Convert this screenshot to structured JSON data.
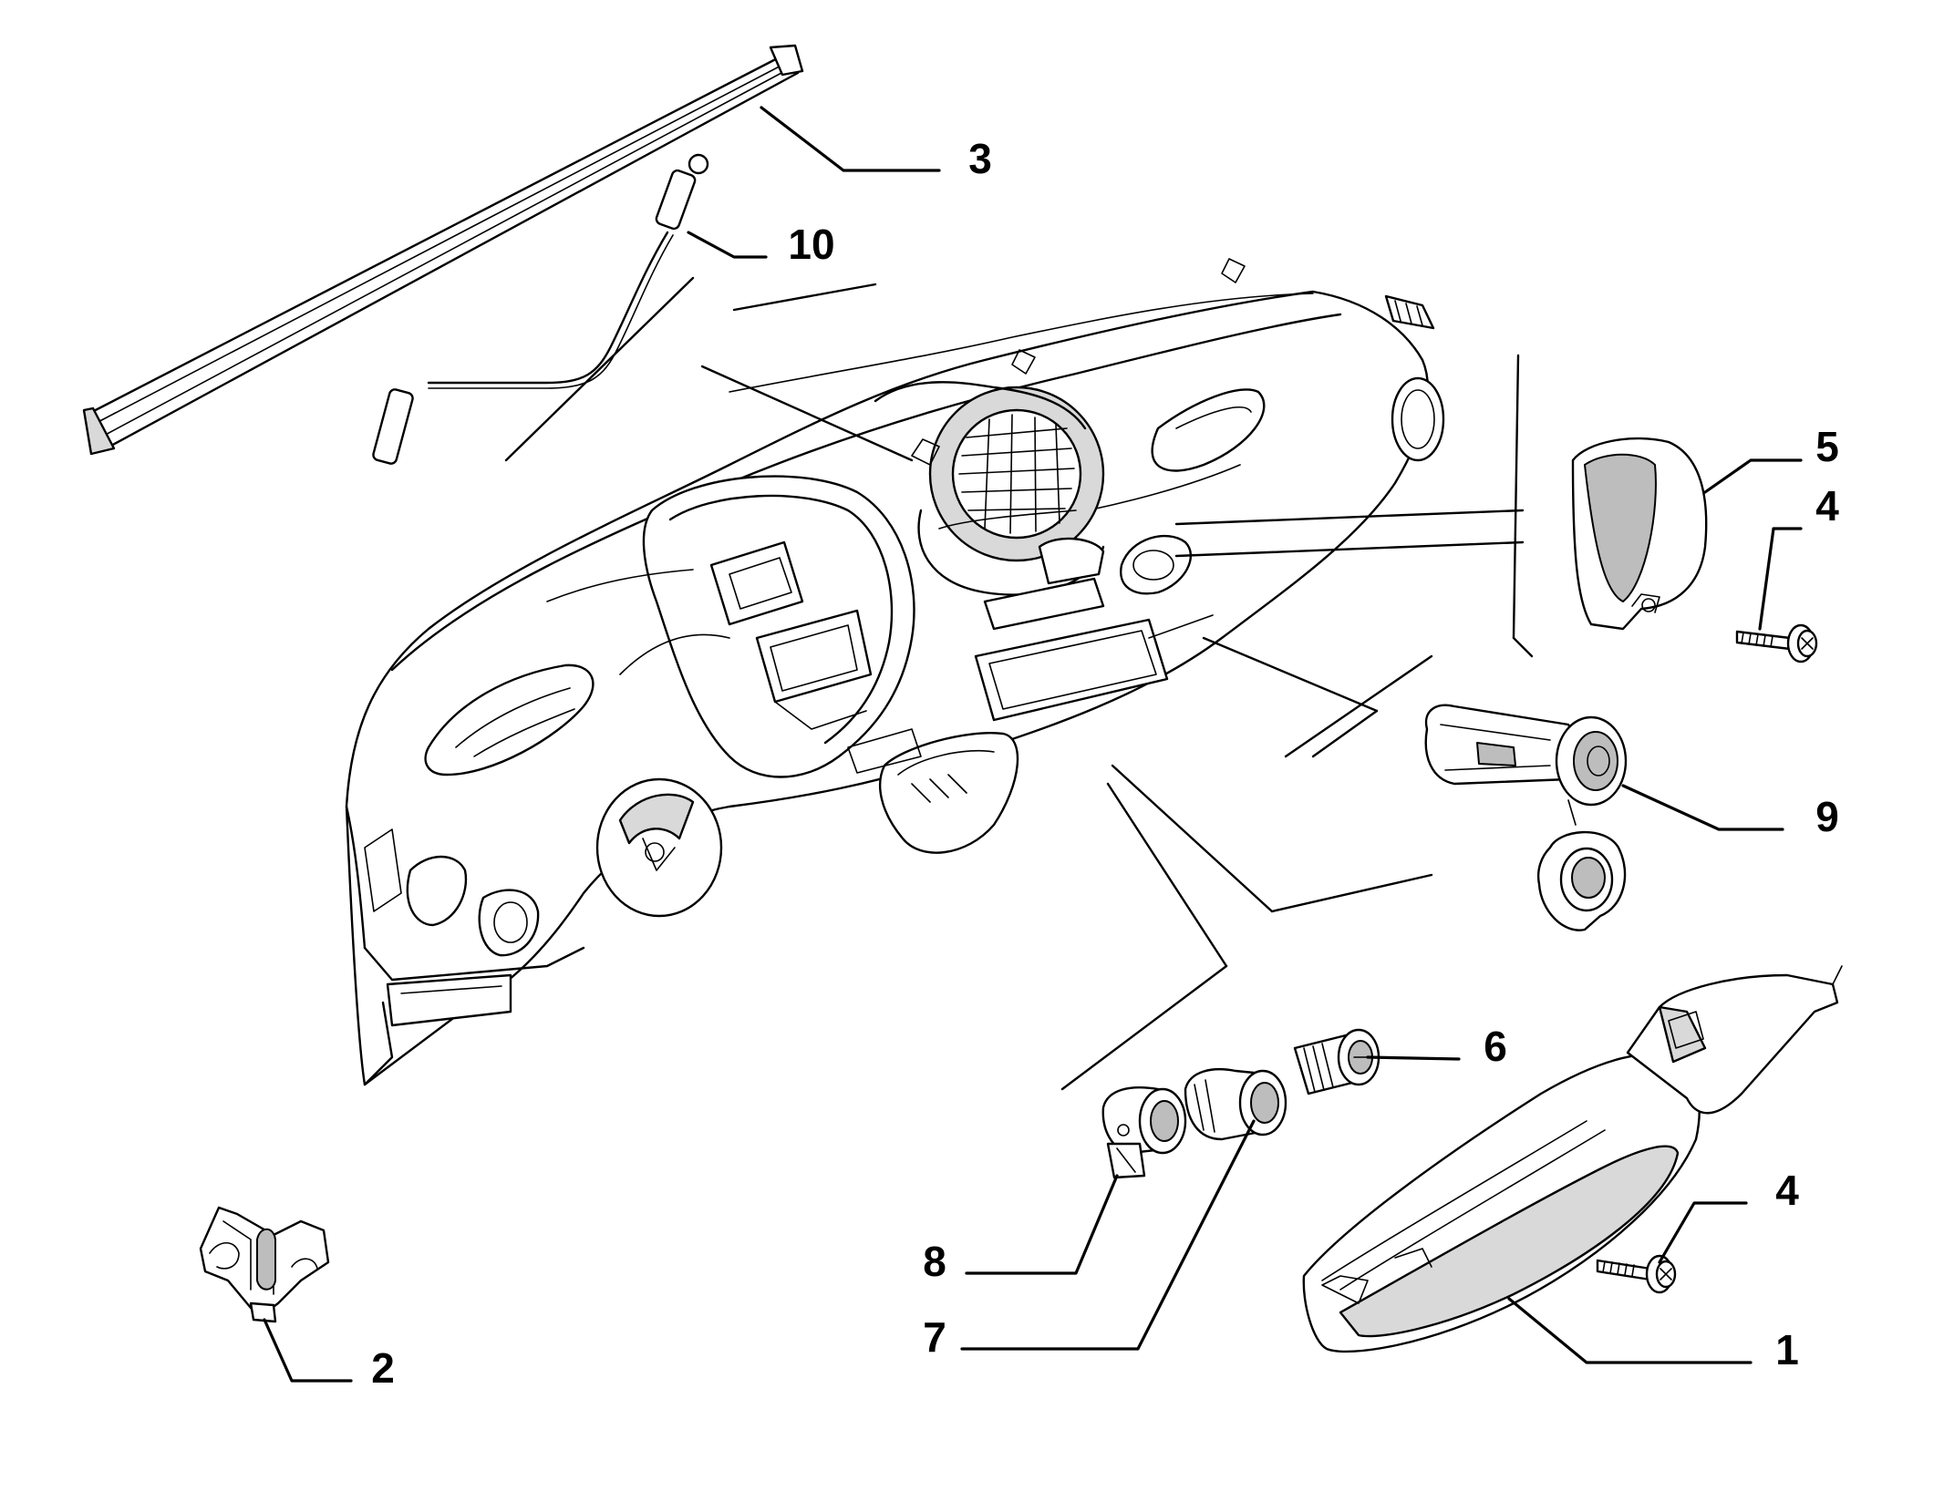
{
  "callouts": [
    {
      "id": "c1",
      "text": "1"
    },
    {
      "id": "c2",
      "text": "2"
    },
    {
      "id": "c3",
      "text": "3"
    },
    {
      "id": "c4a",
      "text": "4"
    },
    {
      "id": "c4b",
      "text": "4"
    },
    {
      "id": "c5",
      "text": "5"
    },
    {
      "id": "c6",
      "text": "6"
    },
    {
      "id": "c7",
      "text": "7"
    },
    {
      "id": "c8",
      "text": "8"
    },
    {
      "id": "c9",
      "text": "9"
    },
    {
      "id": "c10",
      "text": "10"
    }
  ]
}
